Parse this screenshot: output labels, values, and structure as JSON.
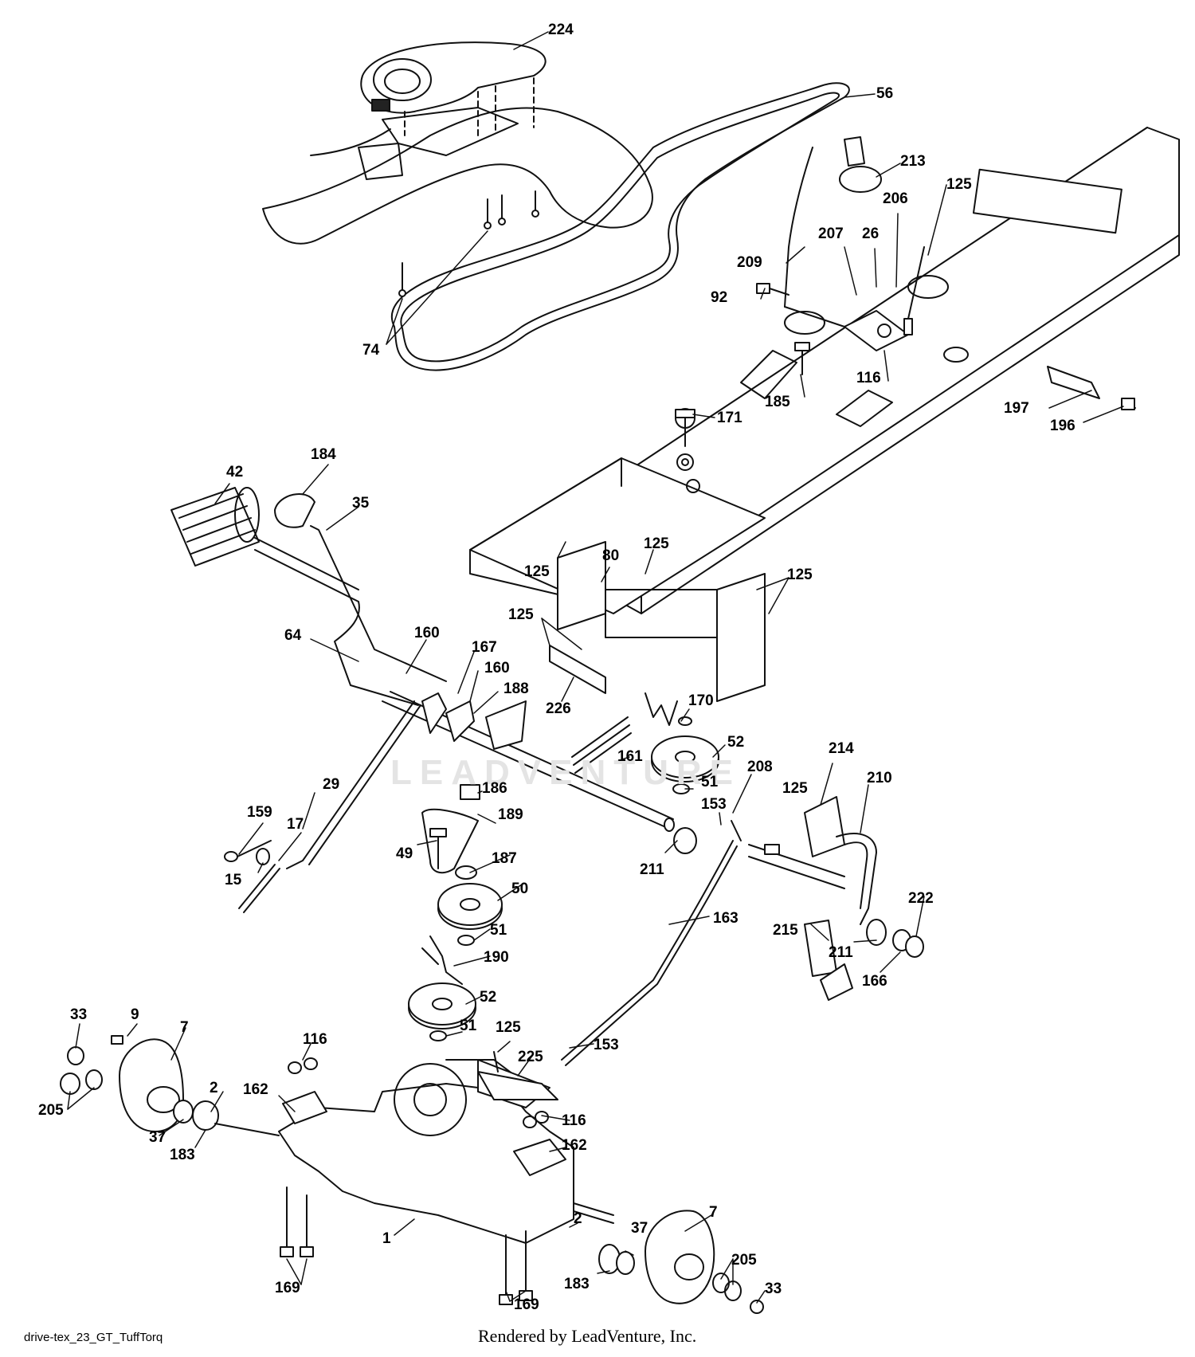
{
  "watermark_text": "LEADVENTURE",
  "footer": {
    "diagram_id": "drive-tex_23_GT_TuffTorq",
    "rendered_by": "Rendered by LeadVenture, Inc."
  },
  "callouts": {
    "c224": "224",
    "c56": "56",
    "c213": "213",
    "c125a": "125",
    "c206": "206",
    "c207": "207",
    "c26": "26",
    "c209": "209",
    "c92": "92",
    "c74": "74",
    "c116a": "116",
    "c185": "185",
    "c197": "197",
    "c196": "196",
    "c171": "171",
    "c42": "42",
    "c184": "184",
    "c35": "35",
    "c80": "80",
    "c125b": "125",
    "c125c": "125",
    "c125d": "125",
    "c125e": "125",
    "c64": "64",
    "c160a": "160",
    "c167": "167",
    "c160b": "160",
    "c188": "188",
    "c226": "226",
    "c170": "170",
    "c52a": "52",
    "c161": "161",
    "c29": "29",
    "c186": "186",
    "c51a": "51",
    "c208": "208",
    "c214": "214",
    "c125f": "125",
    "c210": "210",
    "c159": "159",
    "c17": "17",
    "c153a": "153",
    "c189": "189",
    "c49": "49",
    "c187": "187",
    "c211a": "211",
    "c15": "15",
    "c50": "50",
    "c163": "163",
    "c222": "222",
    "c215": "215",
    "c51b": "51",
    "c211b": "211",
    "c190": "190",
    "c166": "166",
    "c52b": "52",
    "c33a": "33",
    "c9": "9",
    "c7a": "7",
    "c51c": "51",
    "c125g": "125",
    "c116b": "116",
    "c153b": "153",
    "c225": "225",
    "c205a": "205",
    "c2a": "2",
    "c162a": "162",
    "c116c": "116",
    "c37a": "37",
    "c183a": "183",
    "c162b": "162",
    "c2b": "2",
    "c1": "1",
    "c7b": "7",
    "c37b": "37",
    "c169a": "169",
    "c205b": "205",
    "c183b": "183",
    "c33b": "33",
    "c169b": "169"
  }
}
